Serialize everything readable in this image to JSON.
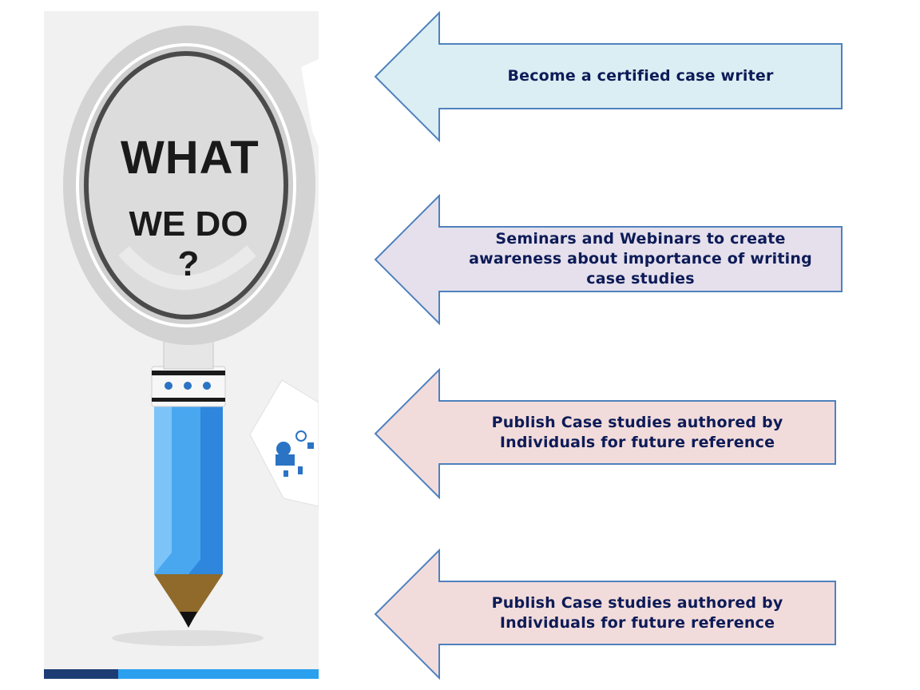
{
  "illustration": {
    "line1": "WHAT",
    "line2": "WE DO ?"
  },
  "arrows": [
    {
      "label": "Become a certified case writer",
      "fill": "#dbeef3"
    },
    {
      "label": "Seminars and Webinars to create awareness about importance of writing case studies",
      "fill": "#e5e0ec"
    },
    {
      "label": "Publish Case studies authored by Individuals for future reference",
      "fill": "#f2dcdb"
    },
    {
      "label": "Publish Case studies authored by Individuals for future reference",
      "fill": "#f2dcdb"
    }
  ],
  "colors": {
    "arrow_border": "#4f81bd",
    "label_text": "#0d1b57"
  }
}
